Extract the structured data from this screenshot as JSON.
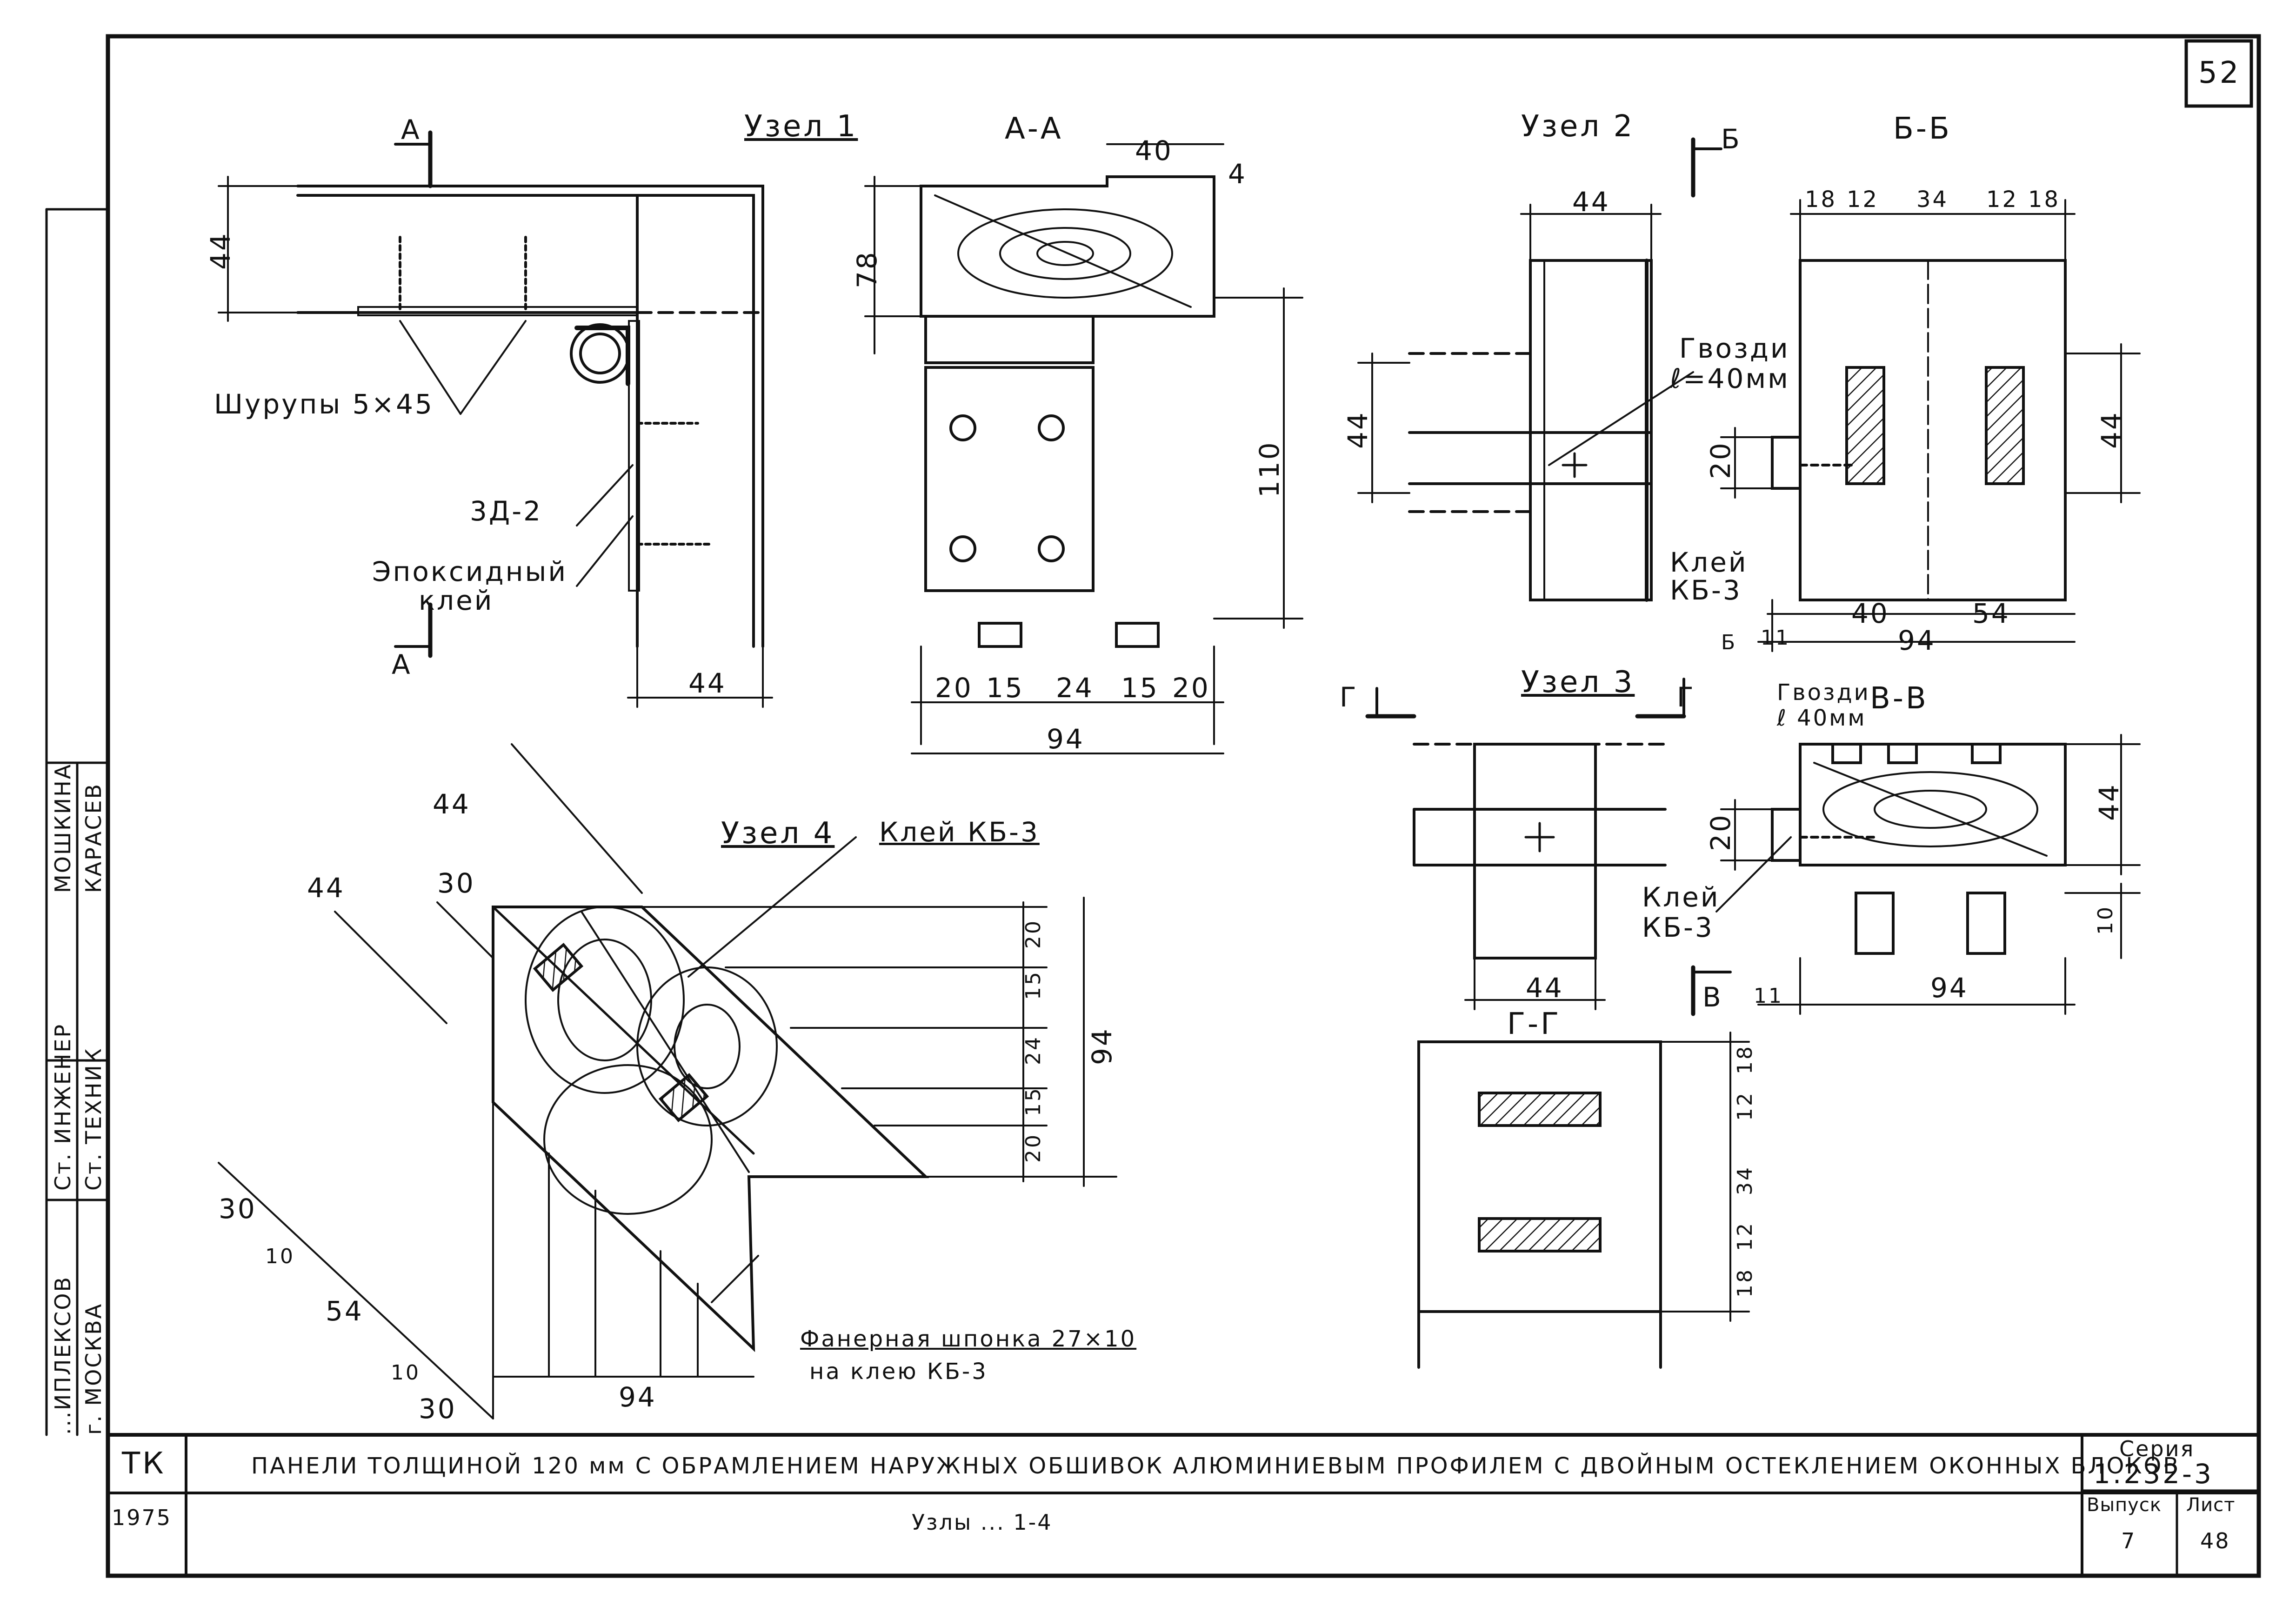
{
  "sheet": {
    "page_number": "52",
    "org": [
      "...ИПЛЕКСОВ",
      "г. МОСКВА"
    ],
    "roles": [
      "Ст. ИНЖЕНЕР",
      "Ст. ТЕХНИК"
    ],
    "names": [
      "МОШКИНА",
      "КАРАСЕВ"
    ],
    "stamp": "ТК",
    "year": "1975",
    "title": "ПАНЕЛИ ТОЛЩИНОЙ 120 мм С ОБРАМЛЕНИЕМ НАРУЖНЫХ ОБШИВОК АЛЮМИНИЕВЫМ ПРОФИЛЕМ С ДВОЙНЫМ ОСТЕКЛЕНИЕМ ОКОННЫХ БЛОКОВ",
    "subtitle": "Узлы ... 1-4",
    "series_label": "Серия",
    "series_value": "1.232-3",
    "issue_label": "Выпуск",
    "issue_value": "7",
    "sheet_label": "Лист",
    "sheet_value": "48"
  },
  "node1": {
    "title": "Узел 1",
    "cut_a": "А",
    "dim_44_left": "44",
    "dim_44_bottom": "44",
    "screws": "Шурупы 5×45",
    "part": "3Д-2",
    "glue": [
      "Эпоксидный",
      "клей"
    ]
  },
  "section_aa": {
    "title": "А-А",
    "dims": {
      "d40": "40",
      "d4": "4",
      "d78": "78",
      "d110": "110",
      "d20a": "20",
      "d15a": "15",
      "d24": "24",
      "d15b": "15",
      "d20b": "20",
      "d94": "94"
    }
  },
  "node2": {
    "title": "Узел 2",
    "cut_b": "Б",
    "nails": [
      "Гвозди",
      "ℓ=40мм"
    ],
    "glue": [
      "Клей",
      "КБ-3"
    ],
    "dims": {
      "d44_top": "44",
      "d44_left": "44",
      "d20": "20",
      "d11": "11"
    }
  },
  "section_bb": {
    "title": "Б-Б",
    "dims": {
      "d18a": "18",
      "d12a": "12",
      "d34": "34",
      "d12b": "12",
      "d18b": "18",
      "d40": "40",
      "d54": "54",
      "d94": "94",
      "d44": "44"
    }
  },
  "node3": {
    "title": "Узел 3",
    "cut_g": "Г",
    "cut_v": "В",
    "dim_44": "44"
  },
  "section_vv": {
    "title": "В-В",
    "nails": [
      "Гвозди",
      "ℓ 40мм"
    ],
    "glue": [
      "Клей",
      "КБ-3"
    ],
    "dims": {
      "d20": "20",
      "d44": "44",
      "d10": "10",
      "d11": "11",
      "d94": "94"
    }
  },
  "section_gg": {
    "title": "Г-Г",
    "dims": {
      "d18a": "18",
      "d12a": "12",
      "d34": "34",
      "d12b": "12",
      "d18b": "18"
    }
  },
  "node4": {
    "title": "Узел 4",
    "glue": "Клей КБ-3",
    "key": [
      "Фанерная шпонка 27×10",
      "на клею КБ-3"
    ],
    "dims": {
      "d44a": "44",
      "d44b": "44",
      "d30a": "30",
      "d20a": "20",
      "d15a": "15",
      "d24": "24",
      "d15b": "15",
      "d20b": "20",
      "d94r": "94",
      "d30b": "30",
      "d10a": "10",
      "d54": "54",
      "d10b": "10",
      "d30c": "30",
      "d94b": "94"
    }
  }
}
